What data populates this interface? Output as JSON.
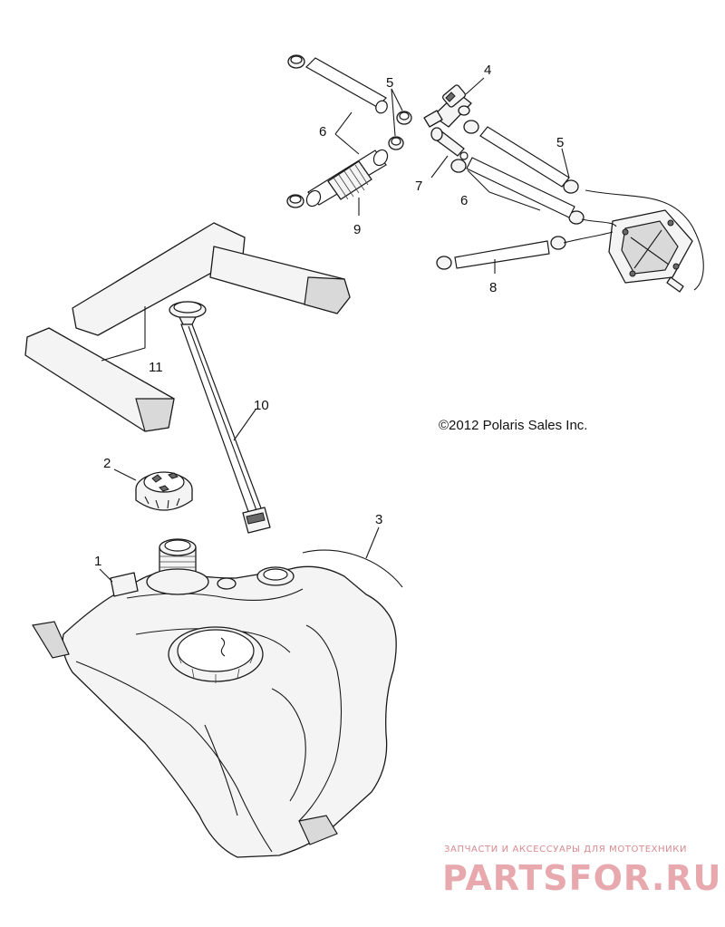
{
  "callouts": {
    "c1": "1",
    "c2": "2",
    "c3": "3",
    "c4": "4",
    "c5a": "5",
    "c5b": "5",
    "c6a": "6",
    "c6b": "6",
    "c7": "7",
    "c8": "8",
    "c9": "9",
    "c10": "10",
    "c11": "11"
  },
  "copyright": "©2012 Polaris Sales Inc.",
  "watermark": {
    "tagline": "ЗАПЧАСТИ И АКСЕССУАРЫ ДЛЯ МОТОТЕХНИКИ",
    "brand": "PARTSFOR.RU",
    "color": "#e7a9ae"
  }
}
